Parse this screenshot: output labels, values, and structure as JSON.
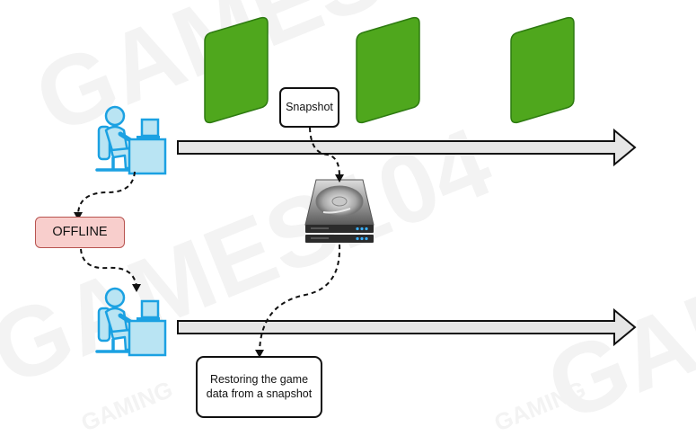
{
  "labels": {
    "snapshot": "Snapshot",
    "offline": "OFFLINE",
    "restore": "Restoring the game data from a snapshot"
  },
  "watermark": {
    "text": "GAMES104",
    "subtext": "GAMING"
  },
  "icons": {
    "user_icon": "user-at-computer-icon",
    "server_icon": "hard-drive-server-icon",
    "card_icon": "game-state-card-icon"
  },
  "colors": {
    "card_fill": "#4fa71d",
    "card_stroke": "#2d7a10",
    "user_fill": "#b9e4f3",
    "user_stroke": "#1ba1e2",
    "offline_fill": "#f8cecc",
    "offline_stroke": "#b85450",
    "arrow_fill": "#e6e6e6",
    "arrow_stroke": "#111111"
  }
}
